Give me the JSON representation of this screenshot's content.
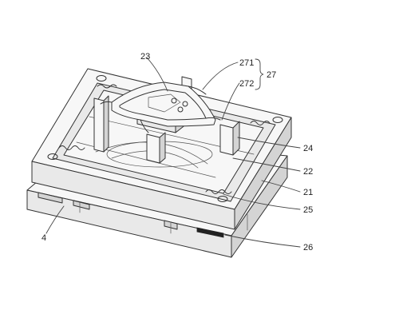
{
  "figure": {
    "labels": {
      "l23": "23",
      "l271": "271",
      "l272": "272",
      "l27": "27",
      "l24": "24",
      "l22": "22",
      "l21": "21",
      "l25": "25",
      "l4": "4",
      "l26": "26"
    }
  }
}
